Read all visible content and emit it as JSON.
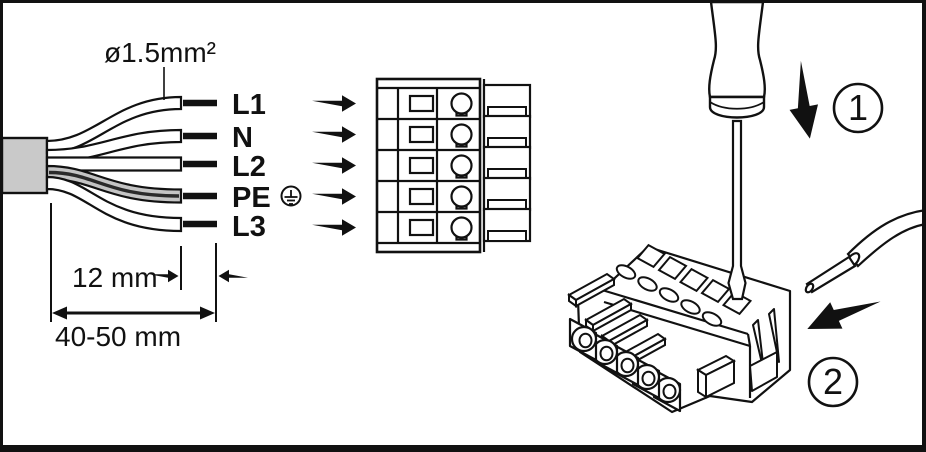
{
  "diagram": {
    "cable": {
      "wire_size": "ø1.5mm²",
      "strip_length": "12 mm",
      "total_strip_length": "40-50 mm",
      "wires": [
        "L1",
        "N",
        "L2",
        "PE",
        "L3"
      ],
      "pe_symbol": "protective-earth-icon"
    },
    "terminal_block": {
      "poles": 5
    },
    "steps": [
      "1",
      "2"
    ],
    "colors": {
      "line": "#111111",
      "sheath_fill": "#c9c9c9",
      "pe_wire_fill": "#c4c4c4",
      "background": "#ffffff"
    }
  }
}
